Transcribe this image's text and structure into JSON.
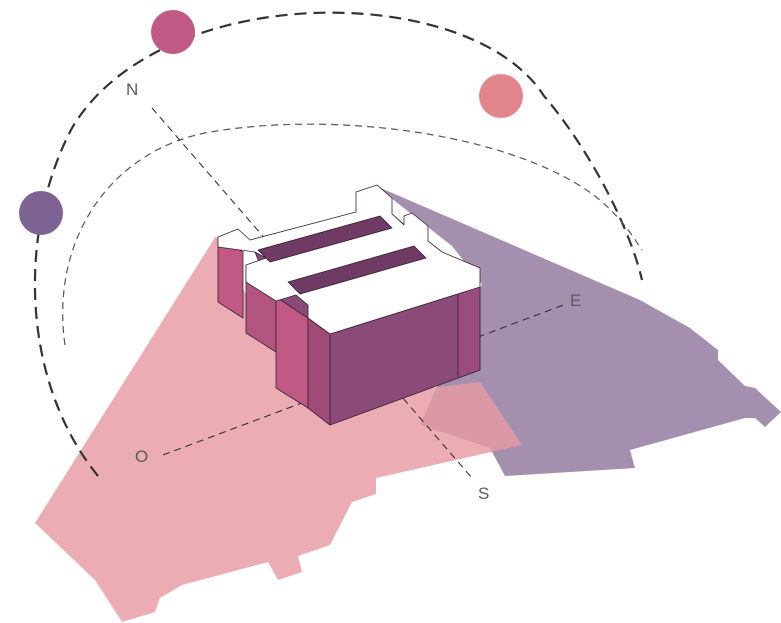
{
  "diagram": {
    "compass": {
      "north": "N",
      "south": "S",
      "east": "E",
      "west": "O"
    },
    "sun_positions": [
      {
        "name": "sun-morning",
        "color": "#7e6494"
      },
      {
        "name": "sun-noon",
        "color": "#c05a85"
      },
      {
        "name": "sun-afternoon",
        "color": "#e3858e"
      }
    ],
    "shadows": [
      {
        "name": "shadow-morning",
        "color": "#e69aa3"
      },
      {
        "name": "shadow-afternoon",
        "color": "#8c7099"
      }
    ],
    "building": {
      "roof_color": "#ffffff",
      "wall_colors": [
        "#c05a85",
        "#a04a78",
        "#8a4b78"
      ],
      "outline_color": "#3a2335"
    },
    "paths": {
      "summer_arc_color": "#333333",
      "winter_arc_color": "#555555",
      "axis_color": "#333333"
    }
  }
}
